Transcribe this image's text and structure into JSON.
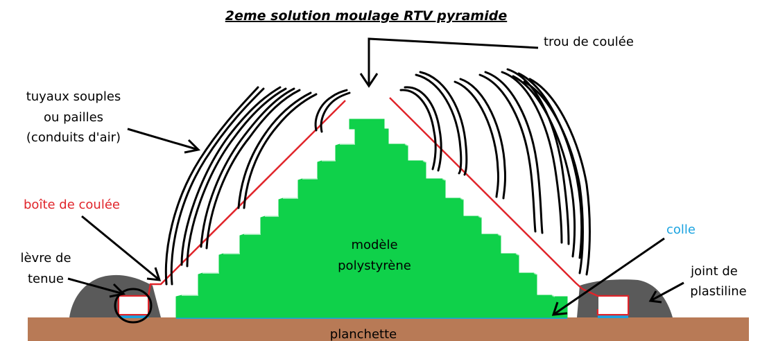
{
  "title": "2eme solution moulage RTV pyramide",
  "labels": {
    "trou_de_coulee": "trou de coulée",
    "tuyaux": [
      "tuyaux souples",
      "ou pailles",
      "(conduits d'air)"
    ],
    "boite": "boîte de coulée",
    "levre": [
      "lèvre de",
      "tenue"
    ],
    "modele": [
      "modèle",
      "polystyrène"
    ],
    "colle": "colle",
    "joint": [
      "joint de",
      "plastiline"
    ],
    "planchette": "planchette"
  },
  "colors": {
    "model": "#0fd14a",
    "box_outline": "#e0242a",
    "glue": "#1aa3e0",
    "plasticine": "#5a5a5a",
    "board": "#b87a56"
  }
}
